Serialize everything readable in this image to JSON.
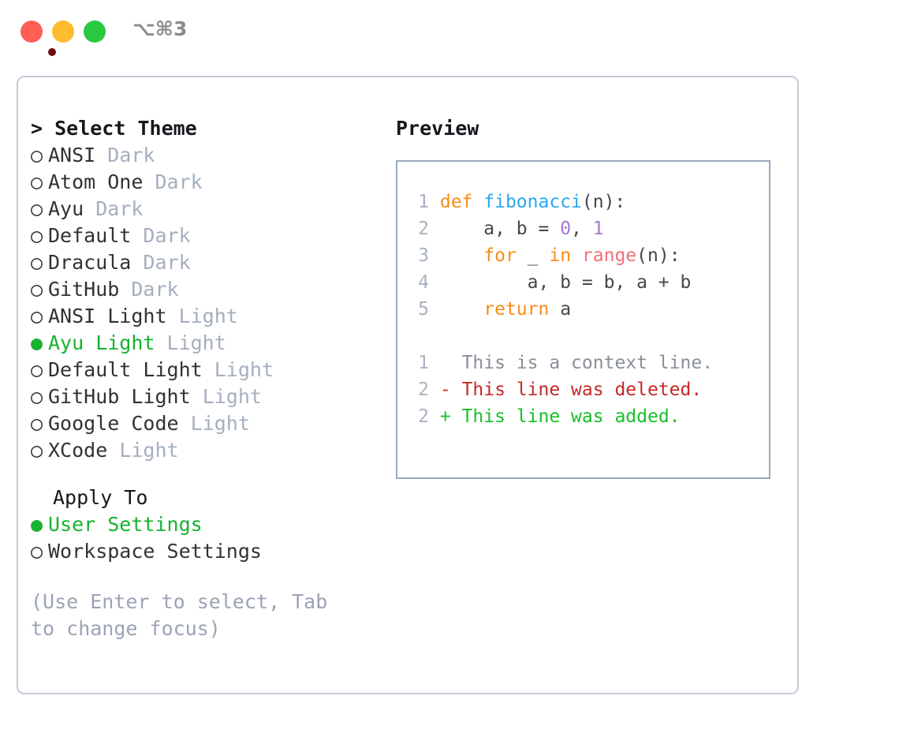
{
  "titlebar": {
    "shortcut": "⌥⌘3",
    "buttons": [
      {
        "name": "close",
        "color": "#FF5F57"
      },
      {
        "name": "minimize",
        "color": "#FEBC2E"
      },
      {
        "name": "maximize",
        "color": "#28C840"
      }
    ]
  },
  "left": {
    "heading": "> Select Theme",
    "themes": [
      {
        "bullet": "○",
        "name": "ANSI",
        "category": "Dark",
        "selected": false
      },
      {
        "bullet": "○",
        "name": "Atom One",
        "category": "Dark",
        "selected": false
      },
      {
        "bullet": "○",
        "name": "Ayu",
        "category": "Dark",
        "selected": false
      },
      {
        "bullet": "○",
        "name": "Default",
        "category": "Dark",
        "selected": false
      },
      {
        "bullet": "○",
        "name": "Dracula",
        "category": "Dark",
        "selected": false
      },
      {
        "bullet": "○",
        "name": "GitHub",
        "category": "Dark",
        "selected": false
      },
      {
        "bullet": "○",
        "name": "ANSI Light",
        "category": "Light",
        "selected": false
      },
      {
        "bullet": "●",
        "name": "Ayu Light",
        "category": "Light",
        "selected": true
      },
      {
        "bullet": "○",
        "name": "Default Light",
        "category": "Light",
        "selected": false
      },
      {
        "bullet": "○",
        "name": "GitHub Light",
        "category": "Light",
        "selected": false
      },
      {
        "bullet": "○",
        "name": "Google Code",
        "category": "Light",
        "selected": false
      },
      {
        "bullet": "○",
        "name": "XCode",
        "category": "Light",
        "selected": false
      }
    ],
    "apply_to_heading": "Apply To",
    "apply_to": [
      {
        "bullet": "●",
        "name": "User Settings",
        "selected": true
      },
      {
        "bullet": "○",
        "name": "Workspace Settings",
        "selected": false
      }
    ],
    "hint": "(Use Enter to select, Tab to change focus)"
  },
  "right": {
    "preview_title": "Preview",
    "code": [
      {
        "ln": "1",
        "tokens": [
          {
            "t": "def ",
            "c": "kw"
          },
          {
            "t": "fibonacci",
            "c": "fn"
          },
          {
            "t": "(n):",
            "c": "txt"
          }
        ]
      },
      {
        "ln": "2",
        "tokens": [
          {
            "t": "    a, b = ",
            "c": "txt"
          },
          {
            "t": "0",
            "c": "num"
          },
          {
            "t": ", ",
            "c": "txt"
          },
          {
            "t": "1",
            "c": "num"
          }
        ]
      },
      {
        "ln": "3",
        "tokens": [
          {
            "t": "    ",
            "c": "txt"
          },
          {
            "t": "for",
            "c": "kw"
          },
          {
            "t": " _ ",
            "c": "txt"
          },
          {
            "t": "in",
            "c": "kw"
          },
          {
            "t": " ",
            "c": "txt"
          },
          {
            "t": "range",
            "c": "bi"
          },
          {
            "t": "(n):",
            "c": "txt"
          }
        ]
      },
      {
        "ln": "4",
        "tokens": [
          {
            "t": "        a, b = b, a + b",
            "c": "txt"
          }
        ]
      },
      {
        "ln": "5",
        "tokens": [
          {
            "t": "    ",
            "c": "txt"
          },
          {
            "t": "return",
            "c": "kw"
          },
          {
            "t": " a",
            "c": "txt"
          }
        ]
      }
    ],
    "diff": [
      {
        "ln": "1",
        "marker": " ",
        "text": "This is a context line.",
        "kind": "diff-ctx"
      },
      {
        "ln": "2",
        "marker": "-",
        "text": "This line was deleted.",
        "kind": "diff-del"
      },
      {
        "ln": "2",
        "marker": "+",
        "text": "This line was added.",
        "kind": "diff-add"
      }
    ]
  },
  "colors": {
    "accent_green": "#17B22F",
    "keyword_orange": "#FA8C16",
    "function_blue": "#29A8F2",
    "number_purple": "#A37ACC",
    "builtin_salmon": "#F07178",
    "muted_gray": "#A5AFBE",
    "diff_add": "#18BF27",
    "diff_del": "#C62828",
    "panel_border": "#C3CBD6",
    "code_border": "#9BA8BC"
  }
}
